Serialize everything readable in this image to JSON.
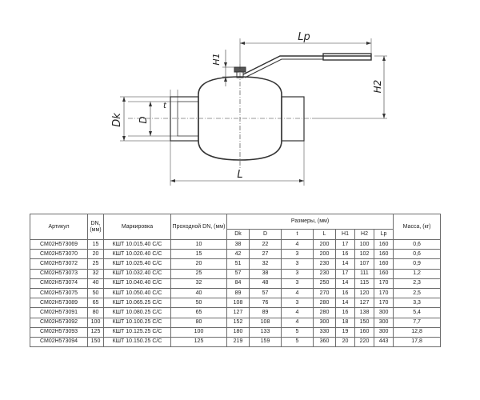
{
  "drawing": {
    "labels": {
      "lp": "Lp",
      "h1": "H1",
      "h2": "H2",
      "dk": "Dk",
      "d": "D",
      "t": "t",
      "l": "L"
    }
  },
  "table": {
    "headers": {
      "article": "Артикул",
      "dn": "DN, (мм)",
      "marking": "Маркировка",
      "passage": "Проходной DN, (мм)",
      "dimensions": "Размеры, (мм)",
      "mass": "Масса, (кг)"
    },
    "dim_headers": [
      "Dk",
      "D",
      "t",
      "L",
      "H1",
      "H2",
      "Lp"
    ],
    "rows": [
      [
        "CM02H573069",
        "15",
        "КШТ 10.015.40 С/С",
        "10",
        "38",
        "22",
        "4",
        "200",
        "17",
        "100",
        "160",
        "0,6"
      ],
      [
        "CM02H573070",
        "20",
        "КШТ 10.020.40 С/С",
        "15",
        "42",
        "27",
        "3",
        "200",
        "16",
        "102",
        "160",
        "0,6"
      ],
      [
        "CM02H573072",
        "25",
        "КШТ 10.025.40 С/С",
        "20",
        "51",
        "32",
        "3",
        "230",
        "14",
        "107",
        "160",
        "0,9"
      ],
      [
        "CM02H573073",
        "32",
        "КШТ 10.032.40 С/С",
        "25",
        "57",
        "38",
        "3",
        "230",
        "17",
        "111",
        "160",
        "1,2"
      ],
      [
        "CM02H573074",
        "40",
        "КШТ 10.040.40 С/С",
        "32",
        "84",
        "48",
        "3",
        "250",
        "14",
        "115",
        "170",
        "2,3"
      ],
      [
        "CM02H573075",
        "50",
        "КШТ 10.050.40 С/С",
        "40",
        "89",
        "57",
        "4",
        "270",
        "16",
        "120",
        "170",
        "2,5"
      ],
      [
        "CM02H573089",
        "65",
        "КШТ 10.065.25 С/С",
        "50",
        "108",
        "76",
        "3",
        "280",
        "14",
        "127",
        "170",
        "3,3"
      ],
      [
        "CM02H573091",
        "80",
        "КШТ 10.080.25 С/С",
        "65",
        "127",
        "89",
        "4",
        "280",
        "16",
        "138",
        "300",
        "5,4"
      ],
      [
        "CM02H573092",
        "100",
        "КШТ 10.100.25 С/С",
        "80",
        "152",
        "108",
        "4",
        "300",
        "18",
        "150",
        "300",
        "7,7"
      ],
      [
        "CM02H573093",
        "125",
        "КШТ 10.125.25 С/С",
        "100",
        "180",
        "133",
        "5",
        "330",
        "19",
        "160",
        "300",
        "12,8"
      ],
      [
        "CM02H573094",
        "150",
        "КШТ 10.150.25 С/С",
        "125",
        "219",
        "159",
        "5",
        "360",
        "20",
        "220",
        "443",
        "17,8"
      ]
    ]
  }
}
